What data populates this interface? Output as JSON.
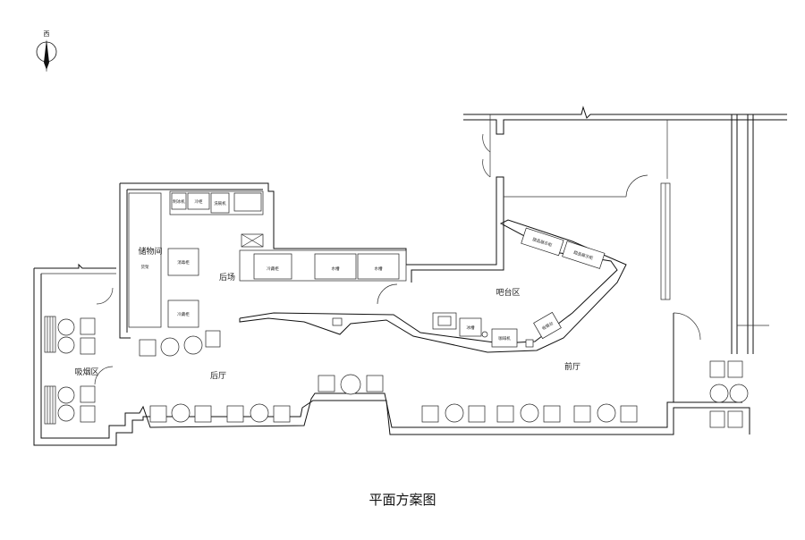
{
  "caption": "平面方案图",
  "compass": {
    "label": "西",
    "icon": "north-arrow-icon"
  },
  "rooms": {
    "storage": "储物间",
    "kitchen": "后场",
    "back_hall": "后厅",
    "smoking": "吸烟区",
    "bar": "吧台区",
    "front_hall": "前厅"
  },
  "equipment": {
    "ice_machine": "制冰机",
    "dishwasher": "洗碗机",
    "fridge": "冷藏柜",
    "sink_1": "水槽",
    "sink_2": "水槽",
    "display_1": "甜品展示柜",
    "display_2": "甜品展示柜",
    "bar_sink": "水槽",
    "ice_bin": "冰槽",
    "coffee_machine": "咖啡机",
    "cashier": "收银台",
    "small_1": "冷柜",
    "small_2": "消毒柜",
    "small_3": "货架"
  }
}
